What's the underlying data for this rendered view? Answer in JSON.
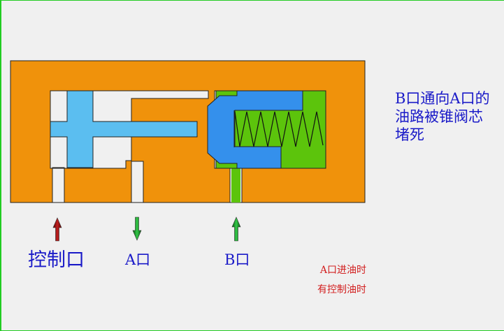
{
  "labels": {
    "control_port": "控制口",
    "port_a": "A口",
    "port_b": "B口"
  },
  "description_lines": [
    "B口通向A口的",
    "油路被锥阀芯",
    "堵死"
  ],
  "condition_lines": [
    "A口进油时",
    "有控制油时"
  ],
  "colors": {
    "background": "#f0f0f0",
    "frame_border": "#22cc22",
    "valve_body": "#f0920b",
    "valve_outline": "#222222",
    "control_piston": "#5bbef0",
    "cone_spool": "#3490ec",
    "spring_chamber": "#5cc40c",
    "control_arrow": "#8b0a0a",
    "flow_arrow": "#1a9a2a",
    "label_blue": "#1a1ac8",
    "label_red": "#d21e1e"
  }
}
